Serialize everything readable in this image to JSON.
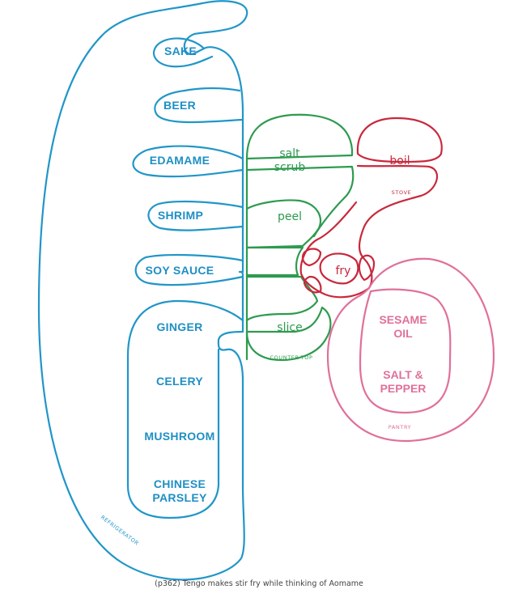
{
  "groups": {
    "refrigerator": {
      "label": "REFRIGERATOR",
      "items": [
        "SAKE",
        "BEER",
        "EDAMAME",
        "SHRIMP",
        "SOY SAUCE",
        "GINGER",
        "CELERY",
        "MUSHROOM",
        "CHINESE",
        "PARSLEY"
      ],
      "color": "#2196c8"
    },
    "countertop": {
      "label": "COUNTER-TOP",
      "items": [
        "salt",
        "scrub",
        "peel",
        "slice"
      ],
      "color": "#2e9a4f"
    },
    "stove": {
      "label": "STOVE",
      "items": [
        "boil",
        "fry"
      ],
      "color": "#c8283c"
    },
    "pantry": {
      "label": "PANTRY",
      "items": [
        "SESAME",
        "OIL",
        "SALT &",
        "PEPPER"
      ],
      "color": "#e0709a"
    }
  },
  "caption": "(p362) Tengo makes stir fry while thinking of Aomame"
}
